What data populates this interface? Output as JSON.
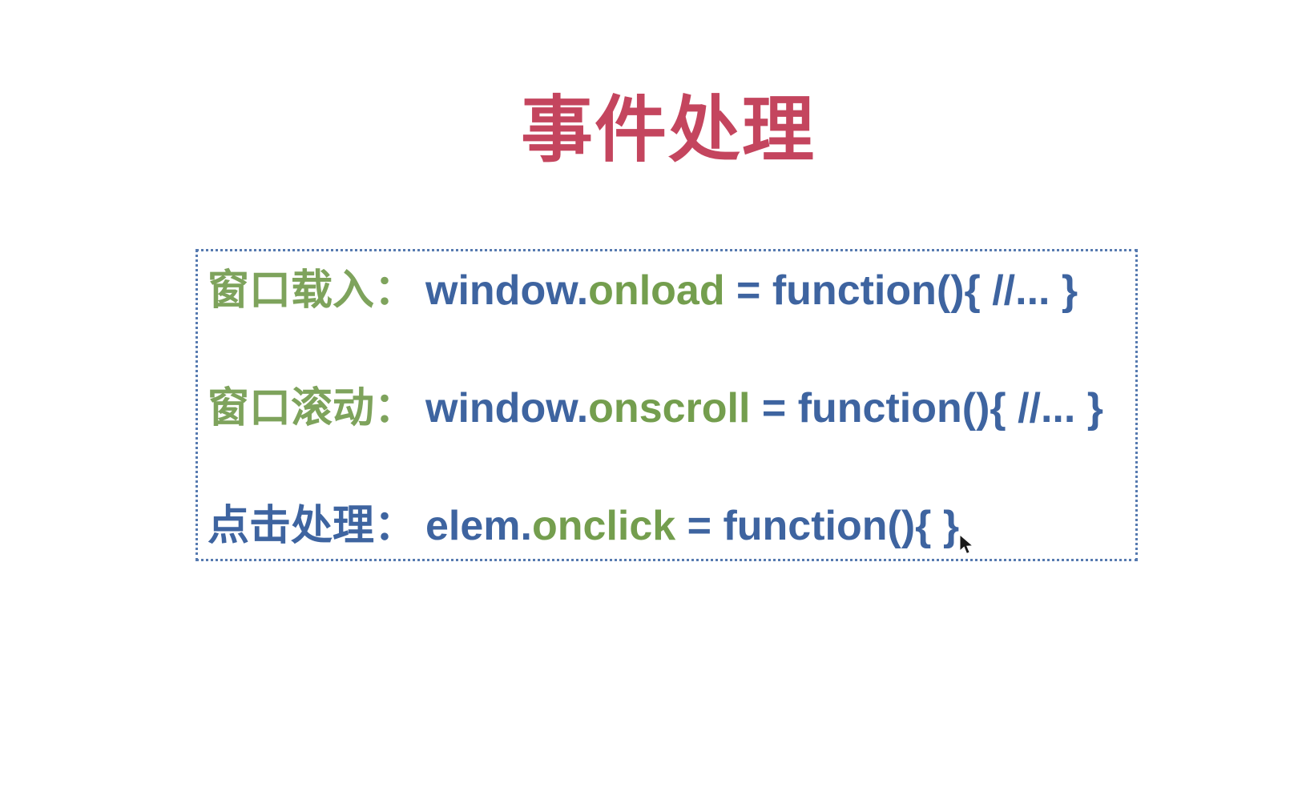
{
  "slide": {
    "title": "事件处理",
    "colors": {
      "title": "#c4455e",
      "label_green": "#7ea35c",
      "keyword_green": "#749e4e",
      "code_blue": "#3e64a0",
      "box_border": "#567ab0",
      "background": "#ffffff",
      "cursor_black": "#1a1a1a"
    },
    "code_box": {
      "lines": [
        {
          "label": "窗口载入：",
          "label_color": "#7ea35c",
          "segments": [
            {
              "text": "window.",
              "color": "#3e64a0"
            },
            {
              "text": "onload",
              "color": "#749e4e"
            },
            {
              "text": " = function(){ //... }",
              "color": "#3e64a0"
            }
          ]
        },
        {
          "label": "窗口滚动：",
          "label_color": "#7ea35c",
          "segments": [
            {
              "text": "window.",
              "color": "#3e64a0"
            },
            {
              "text": "onscroll",
              "color": "#749e4e"
            },
            {
              "text": " = function(){ //... }",
              "color": "#3e64a0"
            }
          ]
        },
        {
          "label": "点击处理：",
          "label_color": "#3e64a0",
          "segments": [
            {
              "text": "elem.",
              "color": "#3e64a0"
            },
            {
              "text": "onclick",
              "color": "#749e4e"
            },
            {
              "text": " = function(){ }",
              "color": "#3e64a0"
            }
          ]
        }
      ]
    },
    "cursor_icon": "arrow-pointer"
  }
}
